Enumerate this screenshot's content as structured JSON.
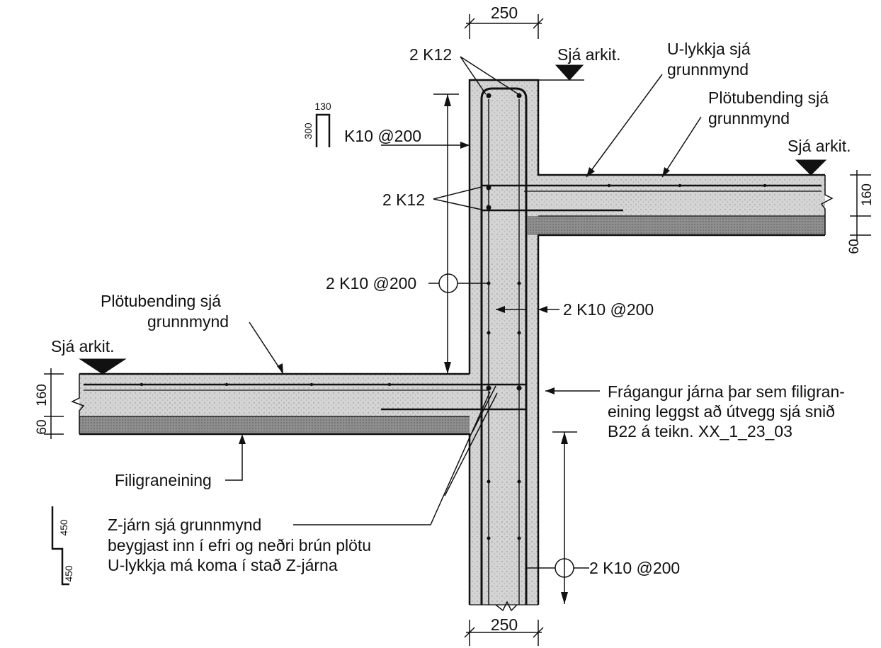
{
  "dimensions": {
    "wall_width_top": "250",
    "wall_width_bottom": "250",
    "slab_thickness_right": "160",
    "filigree_right": "60",
    "slab_thickness_left": "160",
    "filigree_left": "60"
  },
  "bar_shapes": {
    "hook": {
      "leg": "130",
      "height": "300"
    },
    "zbar": {
      "top": "450",
      "bottom": "450"
    }
  },
  "labels": {
    "bars_top_corner": "2 K12",
    "bars_upper_slab": "2 K12",
    "stirrup_k10": "K10 @200",
    "mid_left_k10": "2 K10 @200",
    "mid_right_k10": "2 K10 @200",
    "bottom_k10": "2 K10 @200",
    "sja_arkit_top": "Sjá arkit.",
    "sja_arkit_right": "Sjá arkit.",
    "sja_arkit_left": "Sjá arkit.",
    "u_lykkja": [
      "U-lykkja sjá",
      "grunnmynd"
    ],
    "plotubending_right": [
      "Plötubending sjá",
      "grunnmynd"
    ],
    "plotubending_left": [
      "Plötubending sjá",
      "grunnmynd"
    ],
    "filigraneining": "Filigraneining",
    "fragangur": [
      "Frágangur járna þar sem filigran-",
      "eining leggst að útvegg sjá snið",
      "B22 á teikn. XX_1_23_03"
    ],
    "zjarn": [
      "Z-járn sjá grunnmynd",
      "beygjast inn í efri og neðri brún plötu",
      "U-lykkja má koma í stað Z-járna"
    ]
  },
  "colors": {
    "ink": "#111111",
    "concrete": "#d4d4d4",
    "filigree": "#8e8e8e",
    "paper": "#ffffff"
  }
}
